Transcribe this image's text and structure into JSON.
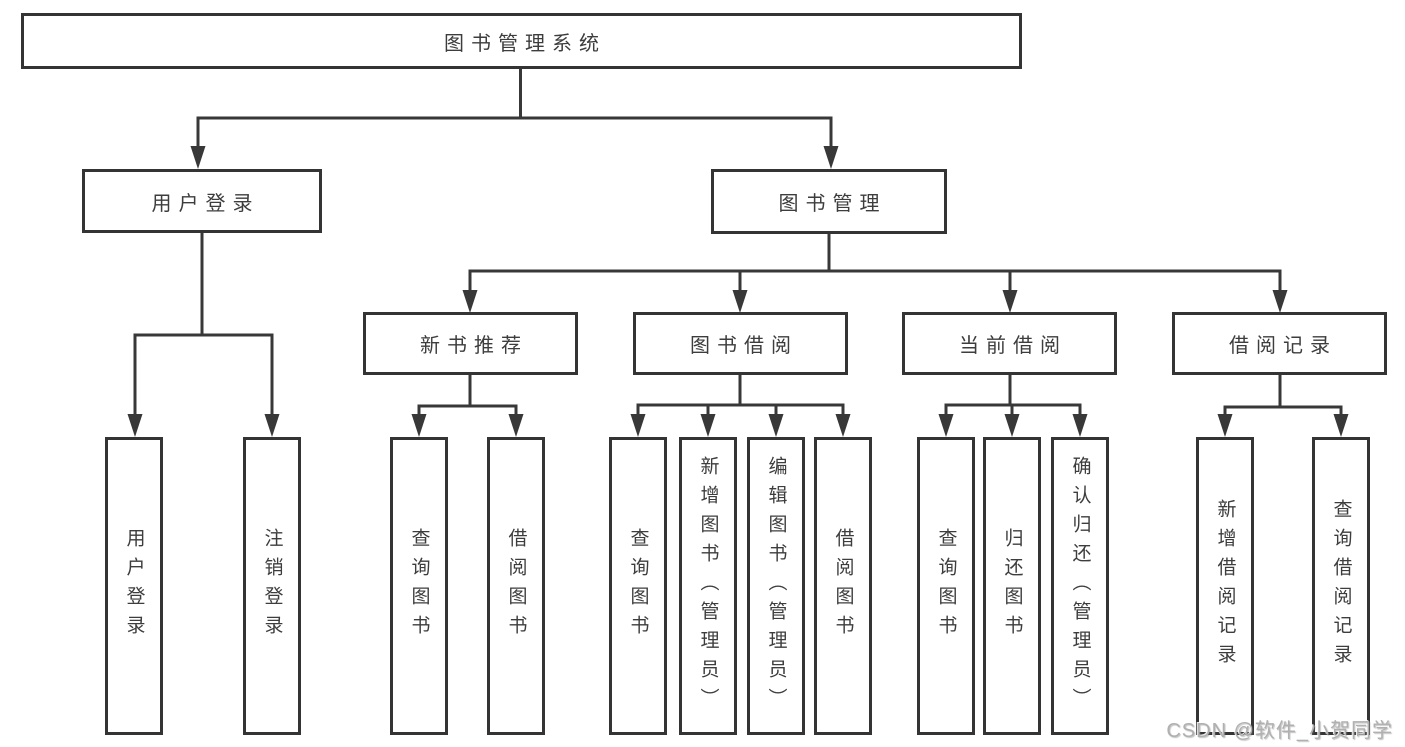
{
  "colors": {
    "line": "#383838",
    "box_border": "#343434",
    "text": "#3d3d3d",
    "watermark": "#b0b0b0",
    "background": "#ffffff"
  },
  "diagram": {
    "root": {
      "label": "图书管理系统"
    },
    "level2": [
      {
        "id": "user-login",
        "label": "用户登录"
      },
      {
        "id": "book-management",
        "label": "图书管理"
      }
    ],
    "level3": [
      {
        "id": "new-book-recommend",
        "label": "新书推荐"
      },
      {
        "id": "book-borrow",
        "label": "图书借阅"
      },
      {
        "id": "current-borrow",
        "label": "当前借阅"
      },
      {
        "id": "borrow-records",
        "label": "借阅记录"
      }
    ],
    "leaves": [
      {
        "id": "user-login-leaf",
        "label": "用户登录"
      },
      {
        "id": "logout",
        "label": "注销登录"
      },
      {
        "id": "query-books-recommend",
        "label": "查询图书"
      },
      {
        "id": "borrow-books-recommend",
        "label": "借阅图书"
      },
      {
        "id": "query-books-borrow",
        "label": "查询图书"
      },
      {
        "id": "add-books-admin",
        "label": "新增图书（管理员）"
      },
      {
        "id": "edit-books-admin",
        "label": "编辑图书（管理员）"
      },
      {
        "id": "borrow-books-borrow",
        "label": "借阅图书"
      },
      {
        "id": "query-books-current",
        "label": "查询图书"
      },
      {
        "id": "return-books",
        "label": "归还图书"
      },
      {
        "id": "confirm-return-admin",
        "label": "确认归还（管理员）"
      },
      {
        "id": "add-borrow-record",
        "label": "新增借阅记录"
      },
      {
        "id": "query-borrow-record",
        "label": "查询借阅记录"
      }
    ]
  },
  "watermark": {
    "text": "CSDN @软件_小贺同学"
  }
}
